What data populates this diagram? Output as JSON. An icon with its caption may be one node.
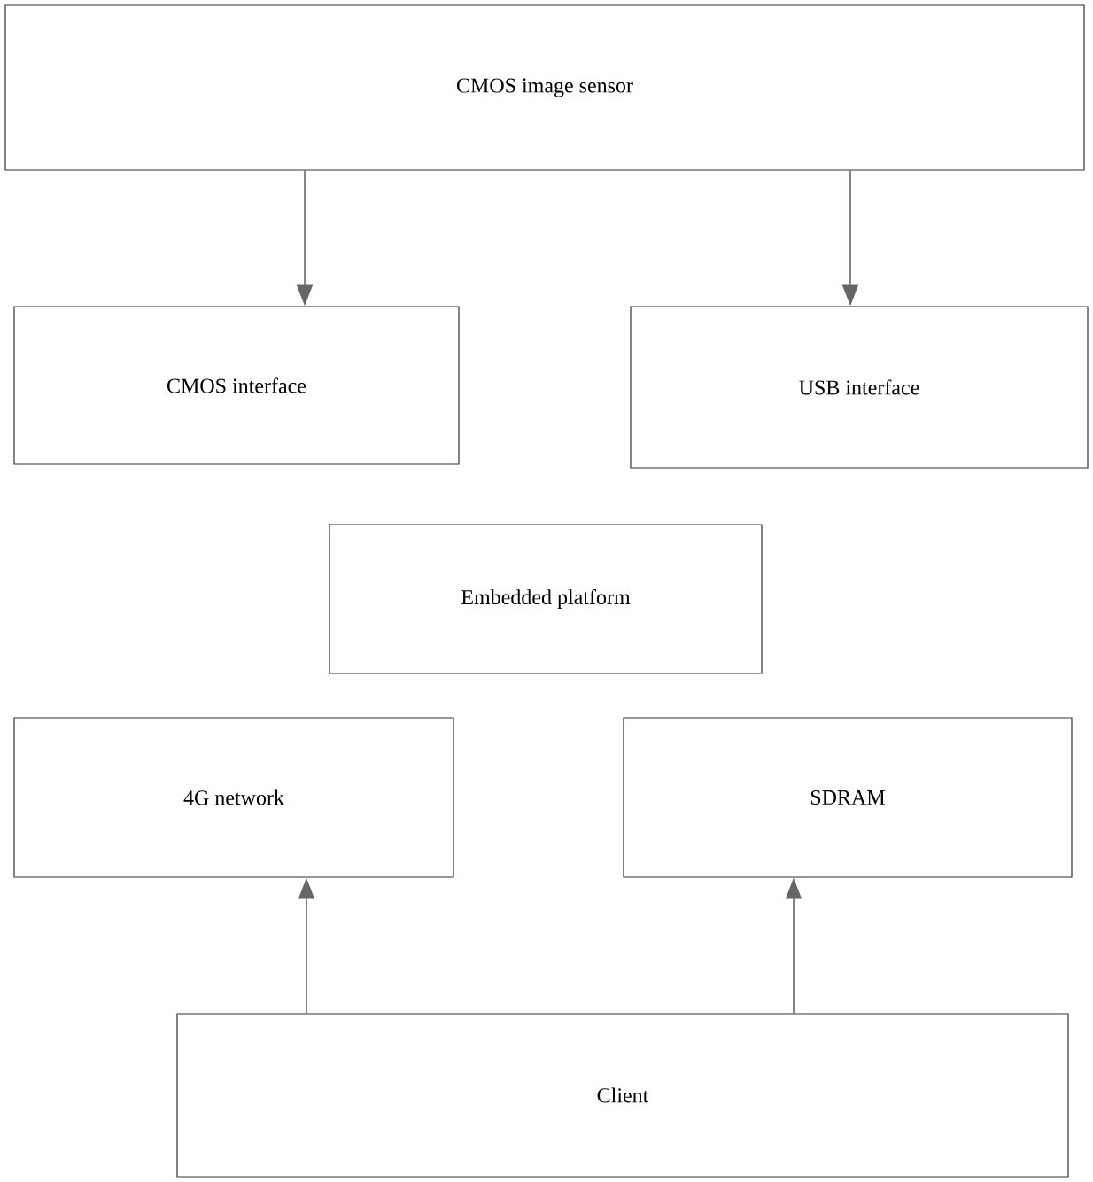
{
  "diagram": {
    "nodes": [
      {
        "text": [
          "CMOS image sensor"
        ]
      },
      {
        "text": [
          "CMOS interface"
        ]
      },
      {
        "text": [
          "USB interface"
        ]
      },
      {
        "text": [
          "Embedded platform"
        ]
      },
      {
        "text": [
          "4G network"
        ]
      },
      {
        "text": [
          "SDRAM"
        ]
      },
      {
        "text": [
          "Client"
        ]
      }
    ],
    "edges": [
      {
        "from": 0,
        "to": 1,
        "arrow": "to"
      },
      {
        "from": 0,
        "to": 2,
        "arrow": "to"
      },
      {
        "from": 6,
        "to": 4,
        "arrow": "to"
      },
      {
        "from": 6,
        "to": 5,
        "arrow": "to"
      }
    ]
  }
}
